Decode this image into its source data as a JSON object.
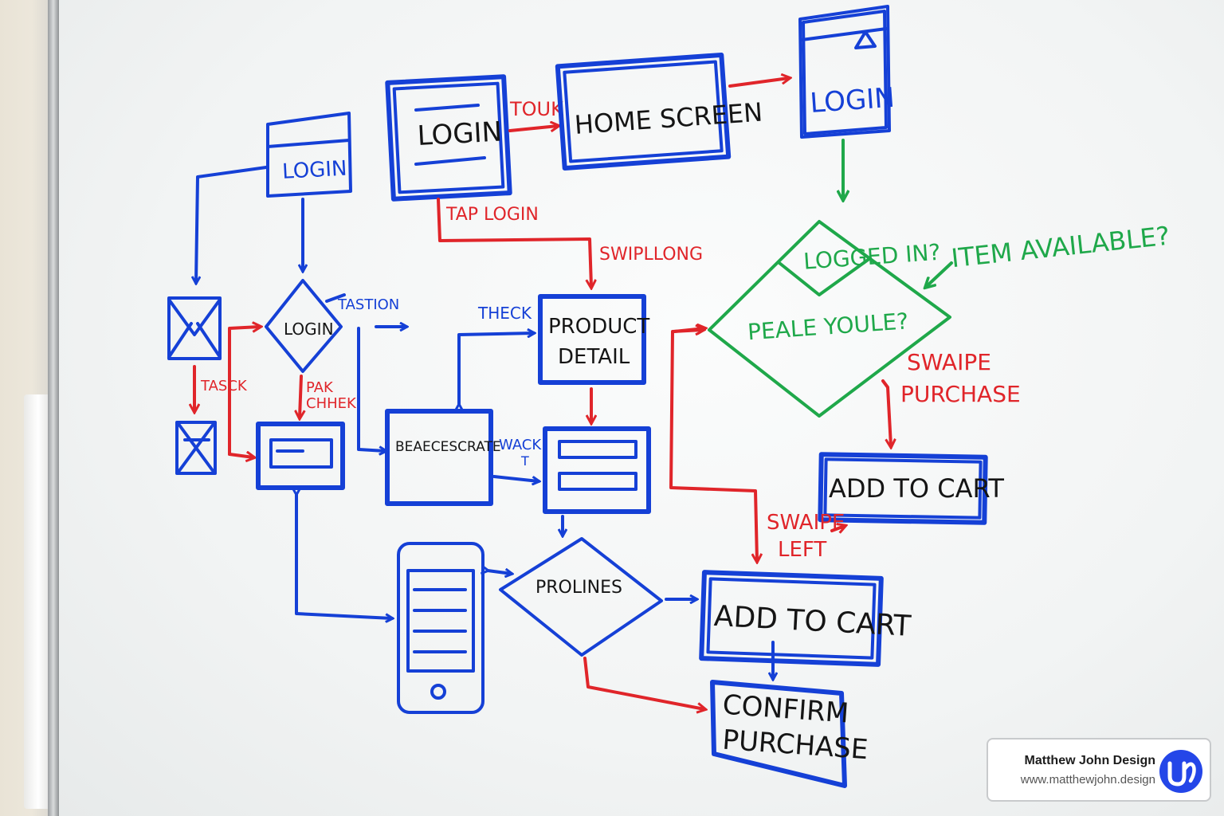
{
  "whiteboard": {
    "labels": {
      "login_top": "LOGIN",
      "tap_label": "TOUK",
      "home_screen": "HOME SCREEN",
      "login_top_right": "LOGIN",
      "login_small": "LOGIN",
      "tap_login": "TAP LOGIN",
      "swipe_long": "SWIPLLONG",
      "logged_in": "LOGGED IN?",
      "item_available": "ITEM AVAILABLE?",
      "pleale_youle": "PEALE YOULE?",
      "swaipe_purchase_1": "SWAIPE",
      "swaipe_purchase_2": "PURCHASE",
      "add_to_cart_right": "ADD TO CART",
      "tastion": "TASTION",
      "login_diamond": "LOGIN",
      "tasck": "TASCK",
      "pak_chhek_1": "PAK",
      "pak_chhek_2": "CHHEK",
      "theck": "THECK",
      "product_detail_1": "PRODUCT",
      "product_detail_2": "DETAIL",
      "beaecescrate": "BEAECESCRATE",
      "wack_1": "WACK",
      "wack_2": "T",
      "swaipe_left_1": "SWAIPE",
      "swaipe_left_2": "LEFT",
      "prolines": "PROLINES",
      "add_to_cart_bottom": "ADD TO CART",
      "confirm_purchase_1": "CONFIRM",
      "confirm_purchase_2": "PURCHASE"
    }
  },
  "brand": {
    "name": "Matthew John Design",
    "url": "www.matthewjohn.design"
  },
  "colors": {
    "marker_blue": "#1540d6",
    "marker_red": "#e0252a",
    "marker_green": "#1fa84a",
    "marker_black": "#151515",
    "logo_blue": "#2446e8"
  }
}
